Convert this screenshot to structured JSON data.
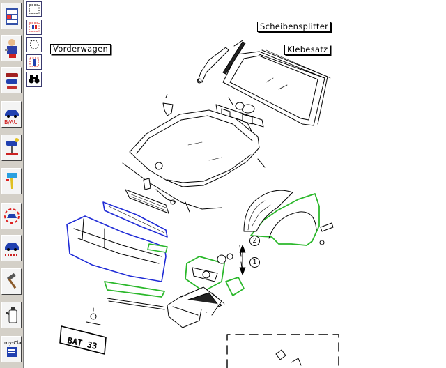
{
  "colors": {
    "sidebar_bg": "#d4d0c8",
    "blue_highlight": "#1f2bd6",
    "green_highlight": "#2bb82b",
    "line": "#000000"
  },
  "sidebar": {
    "items": [
      {
        "icon": "parts-catalog-icon"
      },
      {
        "icon": "mechanic-icon"
      },
      {
        "icon": "vehicle-models-icon"
      },
      {
        "icon": "car-label-icon",
        "label": "B/AU"
      },
      {
        "icon": "workshop-lift-icon"
      },
      {
        "icon": "wrench-tool-icon"
      },
      {
        "icon": "car-rotate-icon"
      },
      {
        "icon": "car-schematic-icon"
      },
      {
        "icon": "hammer-icon"
      },
      {
        "icon": "oil-can-icon"
      },
      {
        "icon": "my-claim-icon",
        "label": "my-Claim"
      }
    ]
  },
  "tools": [
    {
      "icon": "select-rect-icon"
    },
    {
      "icon": "select-parts-icon"
    },
    {
      "icon": "lasso-icon"
    },
    {
      "icon": "parts-figure-icon"
    },
    {
      "icon": "binoculars-icon"
    }
  ],
  "labels": {
    "vorderwagen": "Vorderwagen",
    "scheibensplitter": "Scheibensplitter",
    "klebesatz": "Klebesatz",
    "num_1": "1",
    "num_2": "2",
    "plate": "BAT 33"
  }
}
